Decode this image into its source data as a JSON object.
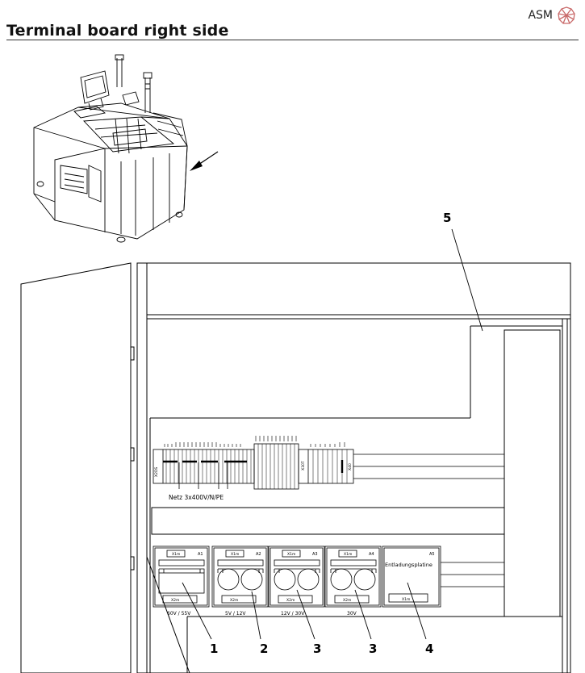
{
  "header": {
    "title": "Terminal board right side",
    "brand": "ASM"
  },
  "callouts": [
    "1",
    "2",
    "3",
    "3",
    "4",
    "5"
  ],
  "mains_label": "Netz 3x400V/N/PE",
  "modules": [
    {
      "slot": "A1",
      "connector_top": "X1m",
      "connector_bottom": "X2m",
      "voltage": "60V / 55V"
    },
    {
      "slot": "A2",
      "connector_top": "X1m",
      "connector_bottom": "X2m",
      "voltage": "5V / 12V"
    },
    {
      "slot": "A3",
      "connector_top": "X1m",
      "connector_bottom": "X2m",
      "voltage": "12V / 30V"
    },
    {
      "slot": "A4",
      "connector_top": "X1m",
      "connector_bottom": "X2m",
      "voltage": "30V"
    },
    {
      "slot": "A5",
      "connector_top": "",
      "connector_bottom": "X1m",
      "voltage": "",
      "name": "Entladungsplatine"
    }
  ],
  "terminal_labels": {
    "left_block": "X2DS",
    "mid_block": "X30T",
    "end_block": "X40"
  },
  "colors": {
    "line": "#000000",
    "text": "#111111",
    "logo": "#c96a6a"
  }
}
